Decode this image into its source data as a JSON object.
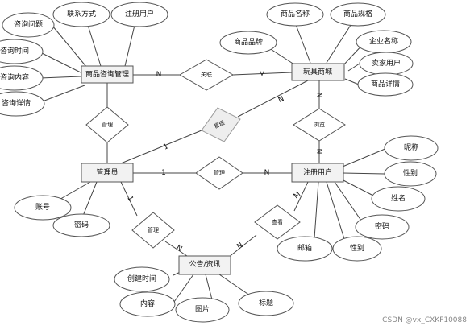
{
  "entities": {
    "consult_mgmt": "商品咨询管理",
    "toy_mall": "玩具商城",
    "admin": "管理员",
    "user": "注册用户",
    "notice": "公告/资讯"
  },
  "consult_attrs": [
    "咨询问题",
    "联系方式",
    "注册用户",
    "咨询时间",
    "咨询内容",
    "咨询详情"
  ],
  "toy_attrs": [
    "商品名称",
    "商品规格",
    "商品品牌",
    "企业名称",
    "卖家用户",
    "商品详情"
  ],
  "admin_attrs": [
    "账号",
    "密码"
  ],
  "user_attrs": [
    "昵称",
    "性别",
    "姓名",
    "密码",
    "性别",
    "邮箱"
  ],
  "notice_attrs": [
    "创建时间",
    "内容",
    "图片",
    "标题"
  ],
  "relations": {
    "relate": "关联",
    "manage_consult": "管理",
    "manage_toy": "管理",
    "browse": "浏览",
    "manage_user": "管理",
    "manage_notice": "管理",
    "view": "查看"
  },
  "cardinality": {
    "relate_left": "N",
    "relate_right": "M",
    "toy_browse": "N",
    "browse_user": "N",
    "admin_manage_toy": "1",
    "manage_toy_end": "N",
    "admin_manage_user": "1",
    "manage_user_end": "N",
    "admin_manage_notice": "1",
    "manage_notice_end": "N",
    "notice_view": "N",
    "view_user": "M"
  },
  "watermark": "CSDN @vx_CXKF10088"
}
